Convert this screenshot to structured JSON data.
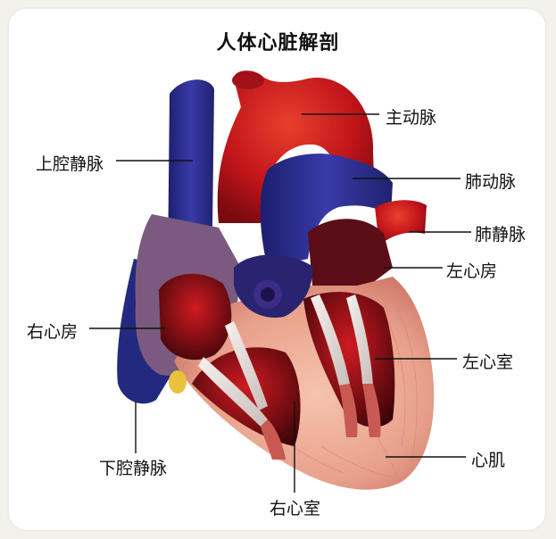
{
  "title": "人体心脏解剖",
  "labels": {
    "aorta": "主动脉",
    "pulmonary_artery": "肺动脉",
    "pulmonary_vein": "肺静脉",
    "left_atrium": "左心房",
    "left_ventricle": "左心室",
    "myocardium": "心肌",
    "right_ventricle": "右心室",
    "inferior_vena_cava": "下腔静脉",
    "right_atrium": "右心房",
    "superior_vena_cava": "上腔静脉"
  }
}
